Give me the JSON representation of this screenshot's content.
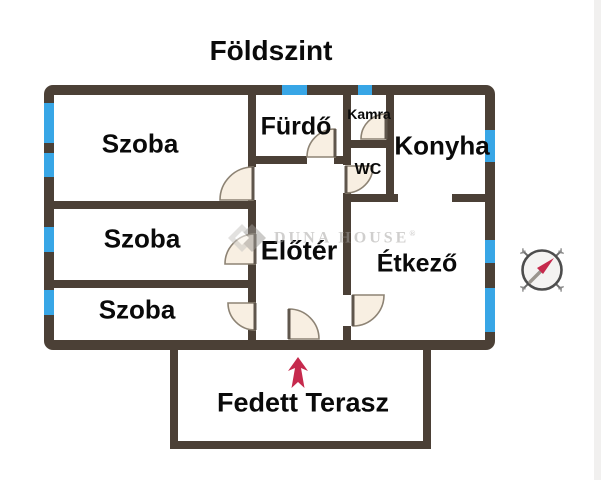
{
  "title": "Földszint",
  "rooms": {
    "szoba1": {
      "label": "Szoba"
    },
    "szoba2": {
      "label": "Szoba"
    },
    "szoba3": {
      "label": "Szoba"
    },
    "furdo": {
      "label": "Fürdő"
    },
    "kamra": {
      "label": "Kamra"
    },
    "wc": {
      "label": "WC"
    },
    "konyha": {
      "label": "Konyha"
    },
    "eloter": {
      "label": "Előtér"
    },
    "etkezo": {
      "label": "Étkező"
    },
    "terasz": {
      "label": "Fedett Terasz"
    }
  },
  "watermark": {
    "brand": "DUNA HOUSE",
    "registered": "®"
  },
  "icons": {
    "compass": "compass-rose-icon",
    "entrance_arrow": "entrance-arrow-up-icon",
    "window": "window-marker",
    "door": "door-swing-arc",
    "logo": "duna-house-logo-icon"
  },
  "colors": {
    "wall": "#4b4036",
    "window_blue": "#38a6e6",
    "door_fill": "#f8efe2",
    "door_stroke": "#8d8374",
    "leaf": "#5f564c",
    "label_text": "#0a0a0a",
    "arrow_red": "#c62a4d",
    "compass_ring": "#4d4d4d",
    "compass_gray": "#9a958e",
    "watermark_gray": "#a3a19e"
  }
}
